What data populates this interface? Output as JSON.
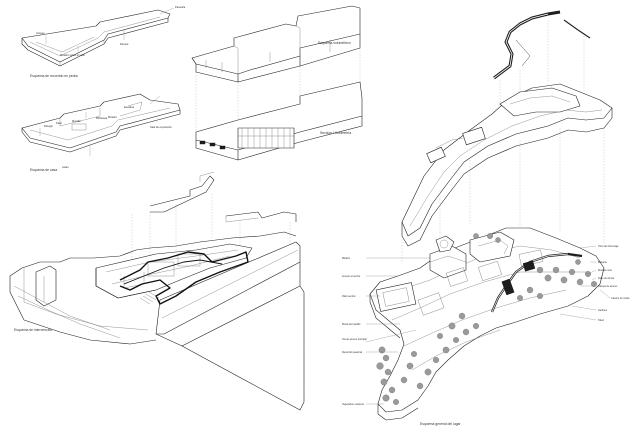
{
  "captions": {
    "sketch_a": "Esquema de recorrido en pedra",
    "sketch_b": "Esquema de casa",
    "sketch_c": "Esquema volumétrico",
    "sketch_d": "Sección / Volumetría",
    "main_left": "Esquema de intervención",
    "main_right": "Esquema general del lugar"
  },
  "callouts": {
    "sketch_a": [
      "Acceso",
      "Mirador sobre el valle",
      "Rampa",
      "Pasarela"
    ],
    "sketch_b": [
      "Refugio",
      "Patio",
      "Muralla",
      "Biblioteca",
      "Escalera",
      "Sala de exposición",
      "Mirador",
      "Aulas"
    ],
    "right_left": [
      "Mirador",
      "Acceso al recinto",
      "Patio central",
      "Plaza del Castillo",
      "Vía de acceso principal",
      "Recorrido peatonal",
      "Vegetación existente"
    ],
    "right_right": [
      "Torre del homenaje",
      "Baluarte",
      "Muralla norte",
      "Patio de armas",
      "Rampa de acceso",
      "Camino de ronda",
      "Jardines",
      "Talud"
    ]
  }
}
